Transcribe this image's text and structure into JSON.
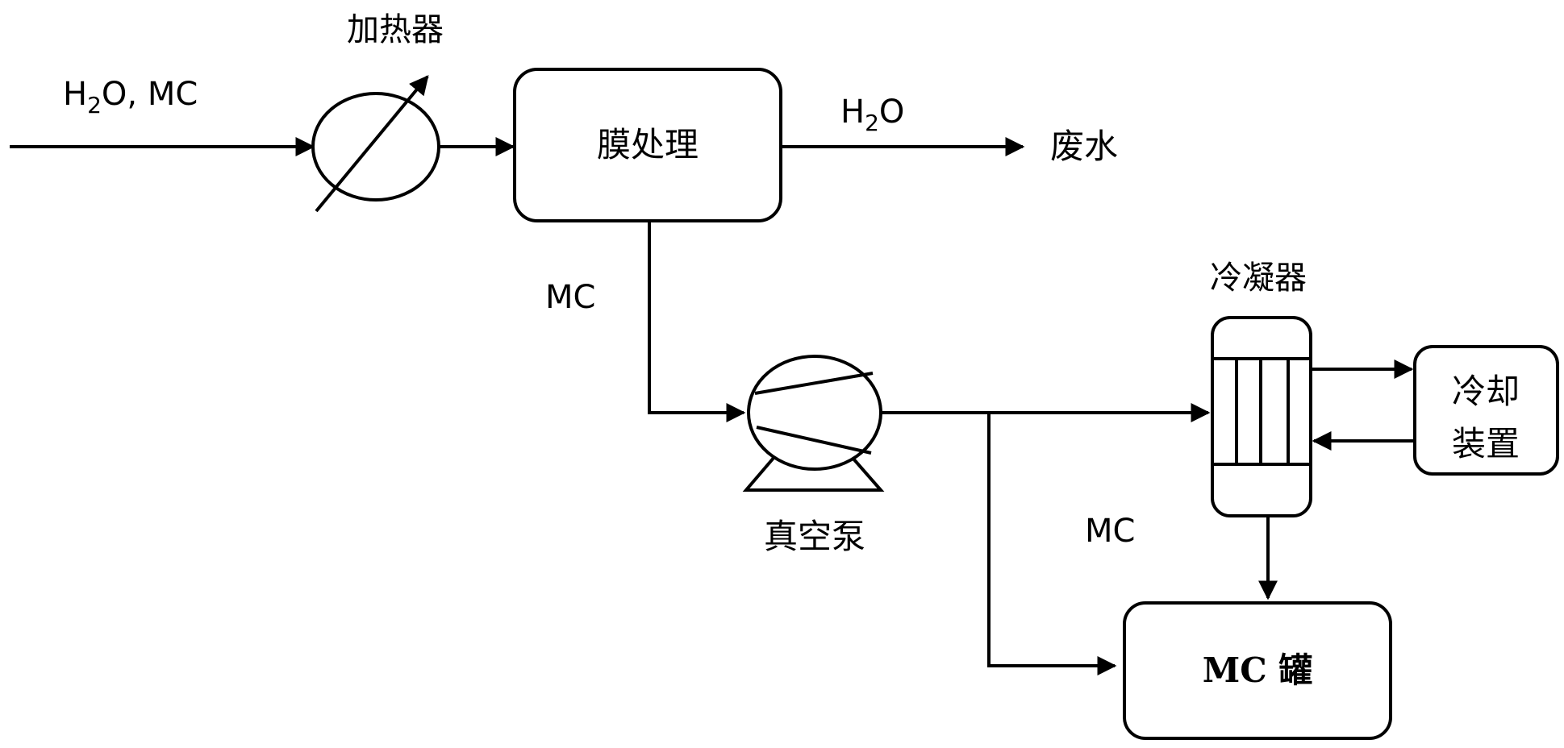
{
  "labels": {
    "feed_h2o": "H",
    "feed_h2o_sub": "2",
    "feed_rest": "O, MC",
    "heater": "加热器",
    "membrane": "膜处理",
    "h2o_out": "H",
    "h2o_out_sub": "2",
    "h2o_out_rest": "O",
    "wastewater": "废水",
    "mc_membrane": "MC",
    "condenser": "冷凝器",
    "cooler_line1": "冷却",
    "cooler_line2": "装置",
    "vacuum_pump": "真空泵",
    "mc_bypass": "MC",
    "tank": "MC 罐"
  }
}
